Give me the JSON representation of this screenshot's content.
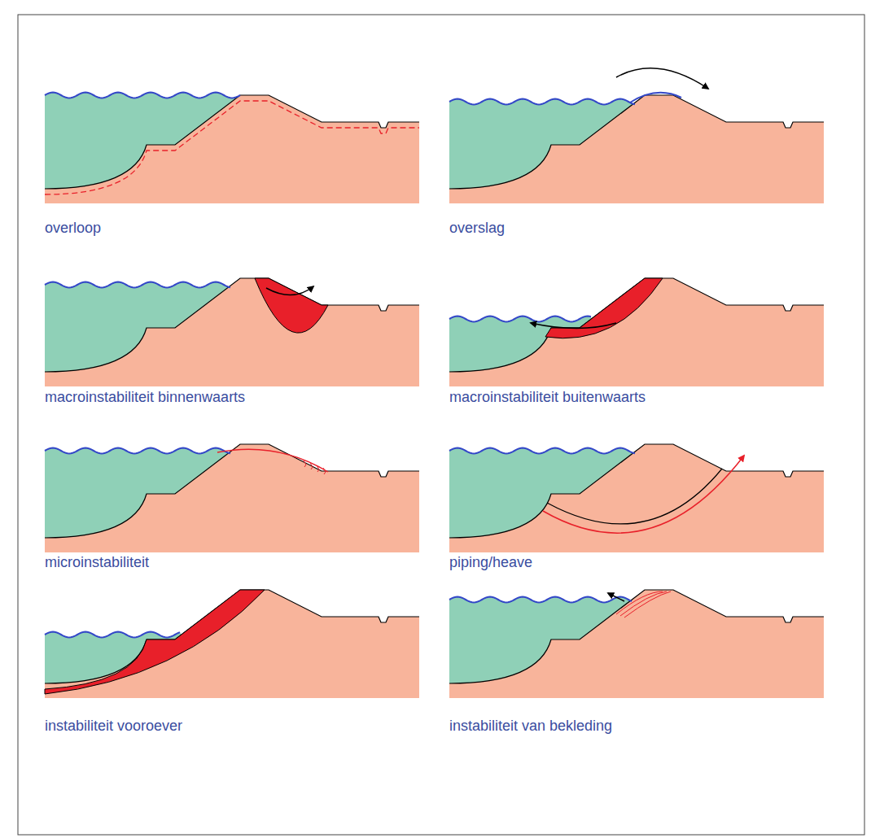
{
  "diagram": {
    "labels": [
      "overloop",
      "overslag",
      "macroinstabiliteit binnenwaarts",
      "macroinstabiliteit buitenwaarts",
      "microinstabiliteit",
      "piping/heave",
      "instabiliteit vooroever",
      "instabiliteit van bekleding"
    ]
  }
}
